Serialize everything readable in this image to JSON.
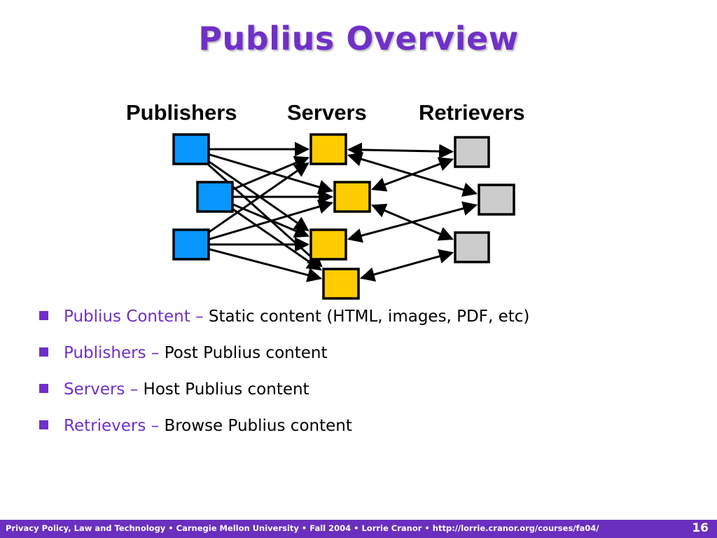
{
  "slide": {
    "title": "Publius Overview",
    "page_number": "16"
  },
  "diagram": {
    "columns": {
      "publishers": "Publishers",
      "servers": "Servers",
      "retrievers": "Retrievers"
    },
    "colors": {
      "publisher": "#0a96ff",
      "server": "#ffcc00",
      "retriever": "#cccccc",
      "stroke": "#000000"
    }
  },
  "bullets": [
    {
      "term": "Publius Content",
      "dash": "–",
      "text": "Static content (HTML, images, PDF, etc)"
    },
    {
      "term": "Publishers",
      "dash": "–",
      "text": "Post Publius content"
    },
    {
      "term": "Servers",
      "dash": "–",
      "text": "Host Publius content"
    },
    {
      "term": "Retrievers",
      "dash": "–",
      "text": "Browse Publius content"
    }
  ],
  "footer": {
    "text": "Privacy Policy, Law and Technology • Carnegie Mellon University • Fall 2004 • Lorrie Cranor • http://lorrie.cranor.org/courses/fa04/"
  },
  "colors": {
    "accent": "#7030c8",
    "footer_bar": "#6b2fbf"
  }
}
